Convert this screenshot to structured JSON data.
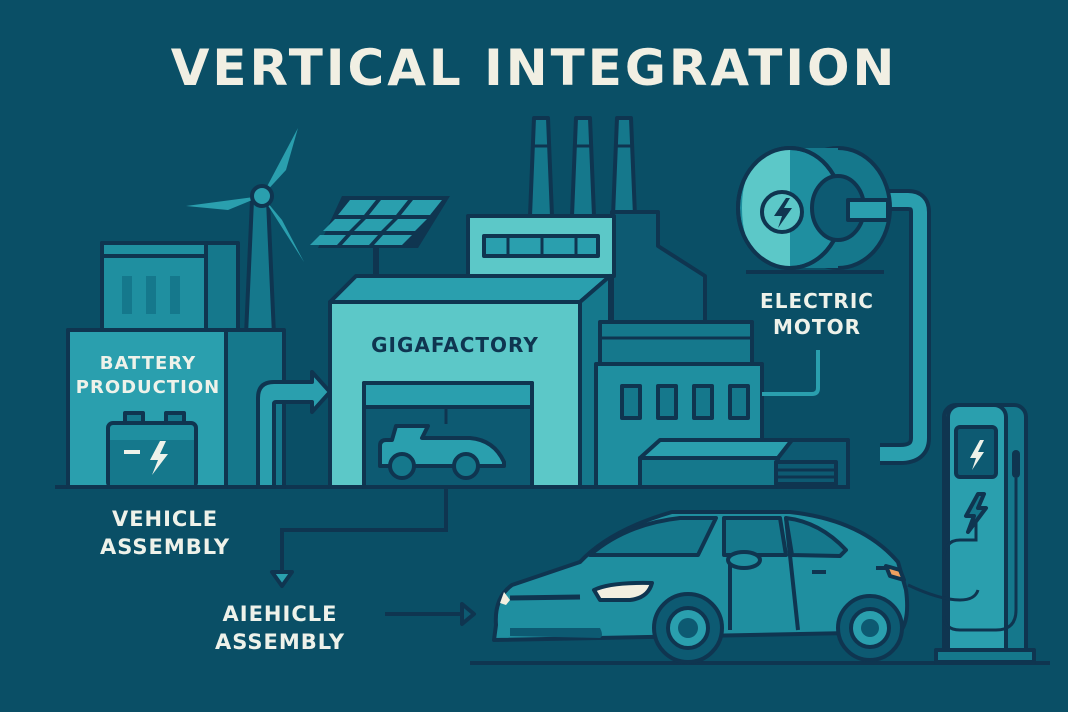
{
  "title": "VERTICAL INTEGRATION",
  "labels": {
    "battery": [
      "BATTERY",
      "PRODUCTION"
    ],
    "gigafactory": "GIGAFACTORY",
    "motor": [
      "ELECTRIC",
      "MOTOR"
    ],
    "vehicle_assembly": [
      "VEHICLE",
      "ASSEMBLY"
    ],
    "aiehicle_assembly": [
      "AIEHICLE",
      "ASSEMBLY"
    ]
  },
  "icons": [
    "wind-turbine-icon",
    "solar-panel-icon",
    "smokestack-icon",
    "battery-icon",
    "lightning-bolt-icon",
    "electric-motor-icon",
    "car-icon",
    "charging-station-icon",
    "arrow-icon"
  ],
  "colors": {
    "background": "#0a4f66",
    "outline": "#0f3550",
    "teal_light": "#5cc8c8",
    "teal_mid": "#2a9fae",
    "teal_dark": "#15788c",
    "text_light": "#f1efe3",
    "headlight": "#f3efe0",
    "taillight": "#f0a060"
  }
}
